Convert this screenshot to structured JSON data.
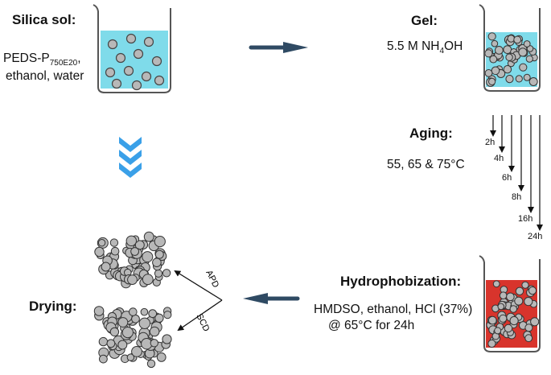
{
  "silica_sol": {
    "title": "Silica sol:",
    "precursor_base": "PEDS-P",
    "precursor_sub": "750E20",
    "precursor_suffix": ",",
    "solvents": "ethanol, water"
  },
  "gel": {
    "title": "Gel:",
    "catalyst_prefix": "5.5 M NH",
    "catalyst_sub": "4",
    "catalyst_suffix": "OH"
  },
  "aging": {
    "title": "Aging:",
    "temperatures": "55, 65 & 75°C",
    "times": [
      "2h",
      "4h",
      "6h",
      "8h",
      "16h",
      "24h"
    ]
  },
  "hydrophobization": {
    "title": "Hydrophobization:",
    "line1": "HMDSO, ethanol, HCl (37%)",
    "line2": "@ 65°C for 24h"
  },
  "drying": {
    "title": "Drying:",
    "apd": "APD",
    "scd": "SCD"
  },
  "colors": {
    "sol_liquid": "#7fdbea",
    "hydro_liquid": "#d8342c",
    "particle": "#b8b8b8",
    "arrow_dark": "#2f4a63",
    "chevron": "#3aa0e8"
  }
}
